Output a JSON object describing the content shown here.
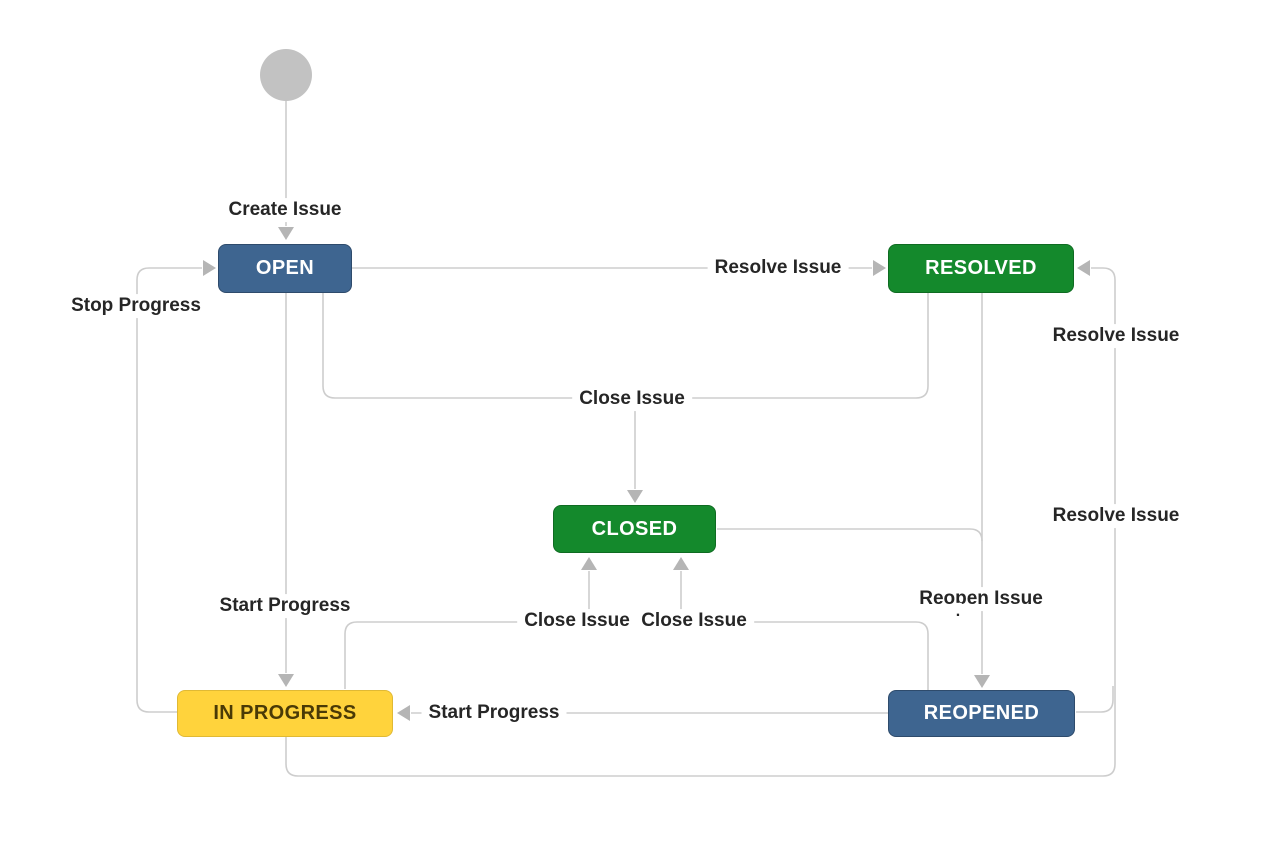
{
  "diagram": {
    "kind": "issue-workflow-state-diagram",
    "nodes": {
      "start": {
        "kind": "initial-state"
      },
      "open": {
        "label": "OPEN"
      },
      "resolved": {
        "label": "RESOLVED"
      },
      "closed": {
        "label": "CLOSED"
      },
      "in_progress": {
        "label": "IN PROGRESS"
      },
      "reopened": {
        "label": "REOPENED"
      }
    },
    "transitions": {
      "create_issue": {
        "label": "Create Issue",
        "from": "start",
        "to": "open"
      },
      "stop_progress": {
        "label": "Stop Progress",
        "from": "in_progress",
        "to": "open"
      },
      "resolve_issue_open": {
        "label": "Resolve Issue",
        "from": "open",
        "to": "resolved"
      },
      "close_issue_center": {
        "label": "Close Issue",
        "from": "open, resolved",
        "to": "closed"
      },
      "start_progress_open": {
        "label": "Start Progress",
        "from": "open",
        "to": "in_progress"
      },
      "close_issue_in_progress": {
        "label": "Close Issue",
        "from": "in_progress",
        "to": "closed"
      },
      "close_issue_reopened": {
        "label": "Close Issue",
        "from": "reopened",
        "to": "closed"
      },
      "reopen_issue": {
        "label": "Reopen Issue",
        "stray_dot": ".",
        "from": "resolved, closed",
        "to": "reopened"
      },
      "start_progress_reopened": {
        "label": "Start Progress",
        "from": "reopened",
        "to": "in_progress"
      },
      "resolve_issue_upper": {
        "label": "Resolve Issue",
        "from": "reopened",
        "to": "resolved"
      },
      "resolve_issue_lower": {
        "label": "Resolve Issue",
        "from": "in_progress",
        "to": "resolved"
      }
    },
    "colors": {
      "node_blue": "#3E6590",
      "node_green": "#14892C",
      "node_yellow": "#FFD33C",
      "yellow_text": "#4A3A06",
      "edge_gray": "#CDCDCD",
      "arrow_gray": "#B5B5B5",
      "label_text": "#262626",
      "start_circle": "#C2C2C2",
      "canvas_bg": "#FFFFFF"
    }
  }
}
